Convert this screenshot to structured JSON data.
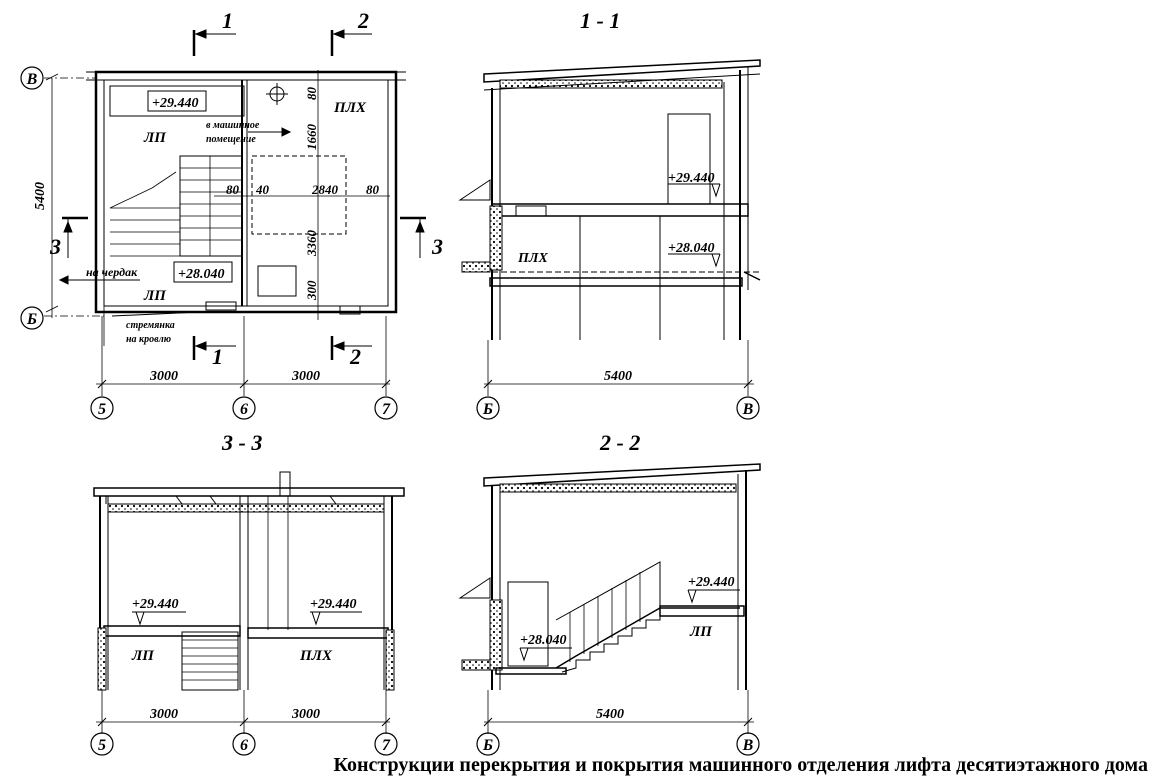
{
  "caption": "Конструкции  перекрытия  и покрытия машинного отделения лифта  десятиэтажного дома",
  "plan": {
    "cut_1": "1",
    "cut_2": "2",
    "cut_3": "3",
    "axis_v": "В",
    "axis_b": "Б",
    "axis_5": "5",
    "axis_6": "6",
    "axis_7": "7",
    "height_dim": "5400",
    "dim_80_top": "80",
    "dim_1660": "1660",
    "dim_80_mid": "80",
    "dim_40": "40",
    "dim_2840": "2840",
    "dim_80_right": "80",
    "dim_3360": "3360",
    "dim_300": "300",
    "mark_upper": "+29.440",
    "mark_lower": "+28.040",
    "room_lp_upper": "ЛП",
    "room_lp_lower": "ЛП",
    "room_plh": "ПЛХ",
    "note_machine_1": "в машинное",
    "note_machine_2": "помещение",
    "note_attic": "на чердак",
    "note_ladder_1": "стремянка",
    "note_ladder_2": "на кровлю",
    "span_left": "3000",
    "span_right": "3000"
  },
  "section_11": {
    "title": "1 - 1",
    "mark_upper": "+29.440",
    "mark_lower": "+28.040",
    "room_plh": "ПЛХ",
    "span": "5400",
    "axis_b": "Б",
    "axis_v": "В"
  },
  "section_33": {
    "title": "3 - 3",
    "mark_left": "+29.440",
    "mark_right": "+29.440",
    "room_lp": "ЛП",
    "room_plh": "ПЛХ",
    "span_left": "3000",
    "span_right": "3000",
    "axis_5": "5",
    "axis_6": "6",
    "axis_7": "7"
  },
  "section_22": {
    "title": "2 - 2",
    "mark_upper": "+29.440",
    "mark_lower": "+28.040",
    "room_lp": "ЛП",
    "span": "5400",
    "axis_b": "Б",
    "axis_v": "В"
  }
}
